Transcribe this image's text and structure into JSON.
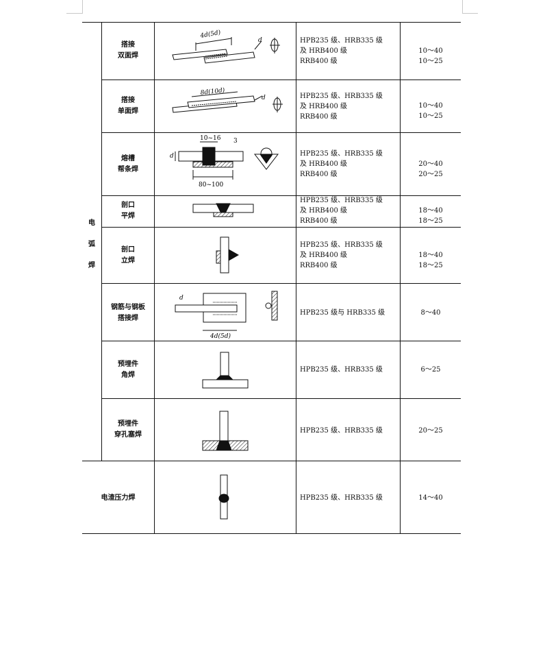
{
  "category_arc": "电弧焊",
  "rows": [
    {
      "name": [
        "搭接",
        "双面焊"
      ],
      "grades": [
        "HPB235 级、HRB335 级",
        "及 HRB400 级",
        "RRB400 级"
      ],
      "diameters": [
        "10～40",
        "10～25"
      ]
    },
    {
      "name": [
        "搭接",
        "单面焊"
      ],
      "grades": [
        "HPB235 级、HRB335 级",
        "及 HRB400 级",
        "RRB400 级"
      ],
      "diameters": [
        "10～40",
        "10～25"
      ]
    },
    {
      "name": [
        "熔槽",
        "帮条焊"
      ],
      "grades": [
        "HPB235 级、HRB335 级",
        "及 HRB400 级",
        "RRB400 级"
      ],
      "diameters": [
        "20～40",
        "20～25"
      ]
    },
    {
      "name": [
        "剖口",
        "平焊"
      ],
      "grades": [
        "HPB235 级、HRB335 级",
        "及 HRB400 级",
        "RRB400 级"
      ],
      "diameters": [
        "18～40",
        "18～25"
      ]
    },
    {
      "name": [
        "剖口",
        "立焊"
      ],
      "grades": [
        "HPB235 级、HRB335 级",
        "及 HRB400 级",
        "RRB400 级"
      ],
      "diameters": [
        "18～40",
        "18～25"
      ]
    },
    {
      "name": [
        "钢筋与钢板",
        "搭接焊"
      ],
      "grades": [
        "HPB235 级与 HRB335 级"
      ],
      "diameters": [
        "8～40"
      ]
    },
    {
      "name": [
        "预埋件",
        "角焊"
      ],
      "grades": [
        "HPB235 级、HRB335 级"
      ],
      "diameters": [
        "6～25"
      ]
    },
    {
      "name": [
        "预埋件",
        "穿孔塞焊"
      ],
      "grades": [
        "HPB235 级、HRB335 级"
      ],
      "diameters": [
        "20～25"
      ]
    },
    {
      "name": [
        "电渣压力焊"
      ],
      "grades": [
        "HPB235 级、HRB335 级"
      ],
      "diameters": [
        "14～40"
      ]
    }
  ],
  "diagram_labels": {
    "lap_double": "4d(5d)",
    "lap_single": "8d(10d)",
    "groove_top": "10~16",
    "groove_bottom": "80~100",
    "d": "d",
    "plate_lap": "4d(5d)",
    "three": "3"
  }
}
